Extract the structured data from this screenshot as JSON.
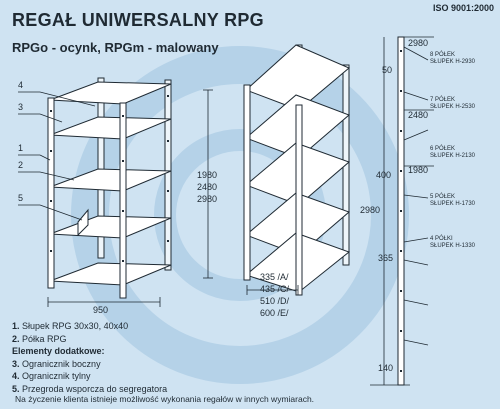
{
  "header": {
    "title": "REGAŁ UNIWERSALNY RPG",
    "subtitle": "RPGo - ocynk, RPGm - malowany",
    "certificate": "ISO 9001:2000"
  },
  "callouts": [
    "4",
    "3",
    "1",
    "2",
    "5"
  ],
  "front_view": {
    "width_label": "950",
    "heights": [
      "1980",
      "2480",
      "2980"
    ],
    "depths": [
      "335 /A/",
      "435 /C/",
      "510 /D/",
      "600 /E/"
    ]
  },
  "post_view": {
    "total_height": "2980",
    "marks": [
      "2980",
      "2480",
      "1980",
      "400",
      "365",
      "140",
      "50"
    ],
    "variants": [
      {
        "line1": "8 PÓŁEK",
        "line2": "SŁUPEK H-2930"
      },
      {
        "line1": "7 PÓŁEK",
        "line2": "SŁUPEK H-2530"
      },
      {
        "line1": "6 PÓŁEK",
        "line2": "SŁUPEK H-2130"
      },
      {
        "line1": "5 PÓŁEK",
        "line2": "SŁUPEK H-1730"
      },
      {
        "line1": "4 PÓŁKI",
        "line2": "SŁUPEK H-1330"
      }
    ]
  },
  "legend": {
    "items": [
      {
        "num": "1.",
        "text": "Słupek RPG  30x30, 40x40"
      },
      {
        "num": "2.",
        "text": "Półka RPG"
      }
    ],
    "extras_title": "Elementy dodatkowe:",
    "extras": [
      {
        "num": "3.",
        "text": "Ogranicznik boczny"
      },
      {
        "num": "4.",
        "text": "Ogranicznik tylny"
      },
      {
        "num": "5.",
        "text": "Przegroda wsporcza do segregatora"
      }
    ]
  },
  "footer": "Na życzenie klienta istnieje możliwość wykonania regałów w innych wymiarach.",
  "colors": {
    "background": "#cfe3f2",
    "shelf": "#ffffff",
    "line": "#1f2a33",
    "watermark": "#a9c9e3"
  }
}
